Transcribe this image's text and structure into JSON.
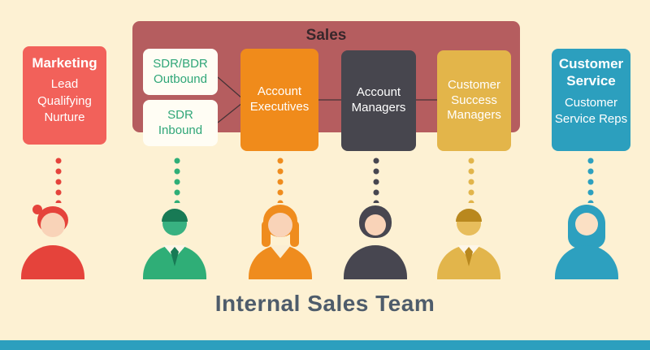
{
  "palette": {
    "background": "#fdf1d3",
    "sales_band": "#b55d5f",
    "marketing_red": "#f2615a",
    "avatar_red": "#e5433b",
    "green": "#2fae77",
    "orange": "#ef8c1e",
    "dark_slate": "#47464e",
    "gold": "#e3b54a",
    "teal": "#2c9fbe",
    "sdr_box_bg": "#fffdf4",
    "caption_color": "#4e5c6b",
    "sales_label_color": "#38272b"
  },
  "sales": {
    "label": "Sales",
    "boxes": {
      "sdr_outbound": "SDR/BDR\nOutbound",
      "sdr_inbound": "SDR\nInbound",
      "account_executives": "Account\nExecutives",
      "account_managers": "Account\nManagers",
      "customer_success_managers": "Customer\nSuccess\nManagers"
    }
  },
  "marketing": {
    "title": "Marketing",
    "body": "Lead\nQualifying\nNurture"
  },
  "customer_service": {
    "title": "Customer\nService",
    "body": "Customer\nService Reps"
  },
  "caption": "Internal Sales Team",
  "avatars": [
    {
      "name": "marketing-person",
      "color": "#e5433b"
    },
    {
      "name": "sdr-person",
      "color": "#2fae77"
    },
    {
      "name": "account-executive-person",
      "color": "#ef8c1e"
    },
    {
      "name": "account-manager-person",
      "color": "#47464e"
    },
    {
      "name": "customer-success-person",
      "color": "#e3b54a"
    },
    {
      "name": "customer-service-person",
      "color": "#2c9fbe"
    }
  ]
}
